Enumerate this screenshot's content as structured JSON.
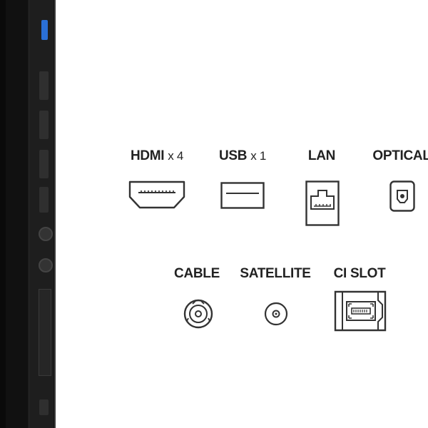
{
  "ports_row1": [
    {
      "label": "HDMI",
      "multiplier": "x 4",
      "icon": "hdmi-port-icon"
    },
    {
      "label": "USB",
      "multiplier": "x 1",
      "icon": "usb-port-icon"
    },
    {
      "label": "LAN",
      "multiplier": "",
      "icon": "lan-port-icon"
    },
    {
      "label": "OPTICAL",
      "multiplier": "",
      "icon": "optical-port-icon"
    }
  ],
  "ports_row2": [
    {
      "label": "CABLE",
      "icon": "coax-cable-port-icon"
    },
    {
      "label": "SATELLITE",
      "icon": "satellite-port-icon"
    },
    {
      "label": "CI SLOT",
      "icon": "ci-slot-icon"
    }
  ],
  "colors": {
    "background": "#ffffff",
    "icon_stroke": "#333333",
    "tv_body": "#141414",
    "usb_accent": "#2a6fd6"
  }
}
